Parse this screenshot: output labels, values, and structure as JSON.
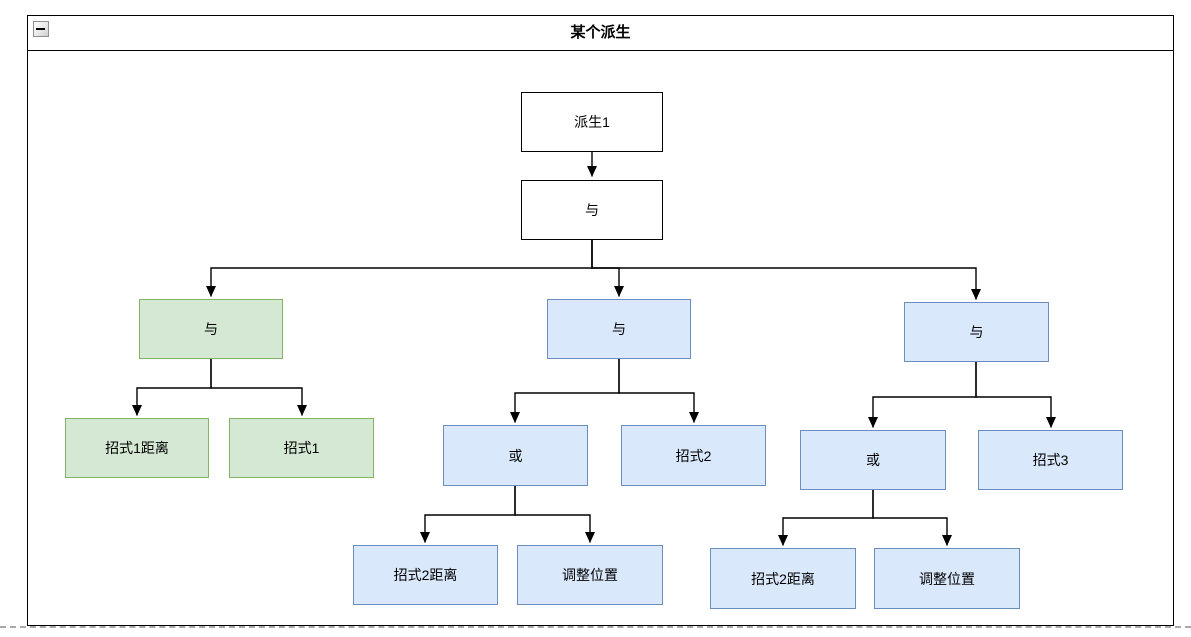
{
  "window": {
    "title": "某个派生"
  },
  "icons": {
    "collapse": "minus-square"
  },
  "colors": {
    "node_white_fill": "#ffffff",
    "node_white_stroke": "#000000",
    "node_green_fill": "#d5e8d4",
    "node_green_stroke": "#82b366",
    "node_blue_fill": "#dae8fc",
    "node_blue_stroke": "#6c8ebf",
    "edge": "#000000",
    "page_boundary_dash": "#a9a9a9"
  },
  "diagram": {
    "nodes": [
      {
        "id": "paisheng1",
        "label": "派生1",
        "color": "white"
      },
      {
        "id": "yu-root",
        "label": "与",
        "color": "white"
      },
      {
        "id": "yu-left",
        "label": "与",
        "color": "green"
      },
      {
        "id": "zhaoshi1-juli",
        "label": "招式1距离",
        "color": "green"
      },
      {
        "id": "zhaoshi1",
        "label": "招式1",
        "color": "green"
      },
      {
        "id": "yu-mid",
        "label": "与",
        "color": "blue"
      },
      {
        "id": "huo-mid",
        "label": "或",
        "color": "blue"
      },
      {
        "id": "zhaoshi2",
        "label": "招式2",
        "color": "blue"
      },
      {
        "id": "zhaoshi2-juli-mid",
        "label": "招式2距离",
        "color": "blue"
      },
      {
        "id": "tiaozheng-mid",
        "label": "调整位置",
        "color": "blue"
      },
      {
        "id": "yu-right",
        "label": "与",
        "color": "blue"
      },
      {
        "id": "huo-right",
        "label": "或",
        "color": "blue"
      },
      {
        "id": "zhaoshi3",
        "label": "招式3",
        "color": "blue"
      },
      {
        "id": "zhaoshi2-juli-right",
        "label": "招式2距离",
        "color": "blue"
      },
      {
        "id": "tiaozheng-right",
        "label": "调整位置",
        "color": "blue"
      }
    ],
    "edges": [
      {
        "from": "paisheng1",
        "to": "yu-root"
      },
      {
        "from": "yu-root",
        "to": "yu-left"
      },
      {
        "from": "yu-root",
        "to": "yu-mid"
      },
      {
        "from": "yu-root",
        "to": "yu-right"
      },
      {
        "from": "yu-left",
        "to": "zhaoshi1-juli"
      },
      {
        "from": "yu-left",
        "to": "zhaoshi1"
      },
      {
        "from": "yu-mid",
        "to": "huo-mid"
      },
      {
        "from": "yu-mid",
        "to": "zhaoshi2"
      },
      {
        "from": "huo-mid",
        "to": "zhaoshi2-juli-mid"
      },
      {
        "from": "huo-mid",
        "to": "tiaozheng-mid"
      },
      {
        "from": "yu-right",
        "to": "huo-right"
      },
      {
        "from": "yu-right",
        "to": "zhaoshi3"
      },
      {
        "from": "huo-right",
        "to": "zhaoshi2-juli-right"
      },
      {
        "from": "huo-right",
        "to": "tiaozheng-right"
      }
    ]
  }
}
